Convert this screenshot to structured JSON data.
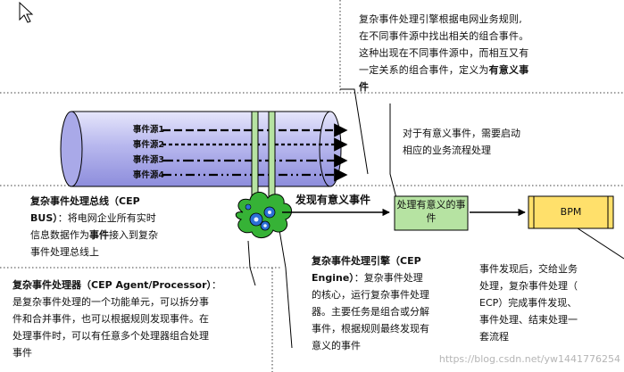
{
  "diagram": {
    "event_sources": [
      "事件源1",
      "事件源2",
      "事件源3",
      "事件源4"
    ],
    "label_found": "发现有意义事件",
    "box_meaningful": "处理有意义的事件",
    "box_bpm": "BPM",
    "note_top": {
      "lines": [
        "复杂事件处理引擎根据电网业务规则,",
        "在不同事件源中找出相关的组合事件。",
        "这种出现在不同事件源中，而相互又有",
        "一定关系的组合事件，定义为"
      ],
      "bold_tail": "有意义事",
      "bold_last": "件"
    },
    "note_meaningful": [
      "对于有意义事件，需要启动",
      "相应的业务流程处理"
    ],
    "note_bus": {
      "title": "复杂事件处理总线（CEP",
      "title2": "BUS）",
      "body1": "：将电网企业所有实时",
      "body2": "信息数据作为",
      "bold_word": "事件",
      "body3": "接入到复杂",
      "body4": "事件处理总线上"
    },
    "note_agent": {
      "title": "复杂事件处理器（CEP Agent/Processor）",
      "colon": "：",
      "lines": [
        "是复杂事件处理的一个功能单元，可以拆分事",
        "件和合并事件，也可以根据规则发现事件。在",
        "处理事件时，可以有任意多个处理器组合处理",
        "事件"
      ]
    },
    "note_engine": {
      "title": "复杂事件处理引擎（CEP",
      "title2": "Engine）",
      "body_first": "：复杂事件处理",
      "lines": [
        "的核心，运行复杂事件处理",
        "器。主要任务是组合或分解",
        "事件，根据规则最终发现有",
        "意义的事件"
      ]
    },
    "note_bpm": [
      "事件发现后，交给业务",
      "处理，复杂事件处理（",
      "ECP）完成事件发现、",
      "事件处理、结束处理一",
      "套流程"
    ],
    "watermark": "https://blog.csdn.net/yw1441776254",
    "colors": {
      "cylinder_fill": "#c9c9f2",
      "cylinder_dark": "#7b7bd1",
      "green_box": "#b6e3a2",
      "yellow_box": "#ffe06b",
      "gear_green": "#36b236",
      "gear_blue": "#2c6fd6"
    }
  }
}
